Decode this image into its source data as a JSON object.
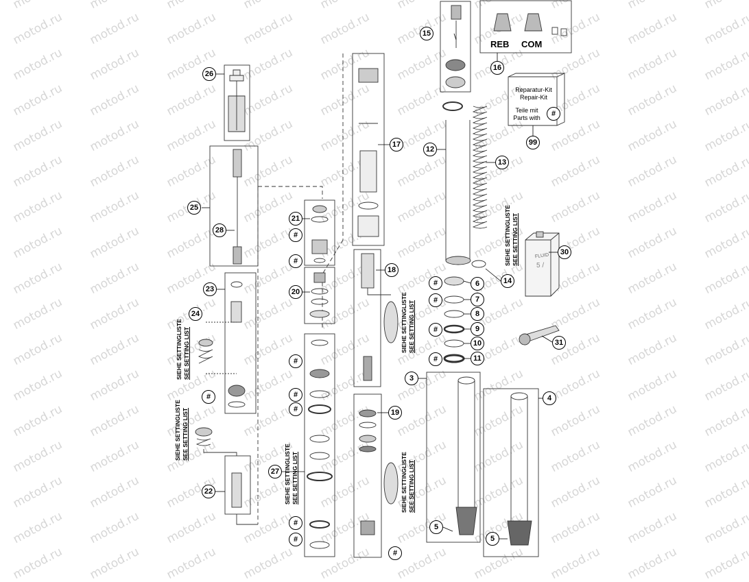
{
  "watermark": "motod.ru",
  "callouts": {
    "c3": "3",
    "c4": "4",
    "c5a": "5",
    "c5b": "5",
    "c6": "6",
    "c7": "7",
    "c8": "8",
    "c9": "9",
    "c10": "10",
    "c11": "11",
    "c12": "12",
    "c13": "13",
    "c14": "14",
    "c15": "15",
    "c16": "16",
    "c17": "17",
    "c18": "18",
    "c19": "19",
    "c20": "20",
    "c21": "21",
    "c22": "22",
    "c23": "23",
    "c24": "24",
    "c25": "25",
    "c26": "26",
    "c27": "27",
    "c28": "28",
    "c30": "30",
    "c31": "31",
    "c99": "99",
    "hash": "#"
  },
  "setting_note": {
    "de": "SIEHE SETTINGLISTE",
    "en": "SEE SETTING LIST"
  },
  "kit_box": {
    "line1": "Reparatur-Kit",
    "line2": "Repair-Kit",
    "line3": "Teile mit",
    "line4": "Parts with"
  },
  "cartridge_labels": {
    "reb": "REB",
    "com": "COM"
  },
  "fluid_can": {
    "brand": "FLUID",
    "grade": "5 /"
  }
}
